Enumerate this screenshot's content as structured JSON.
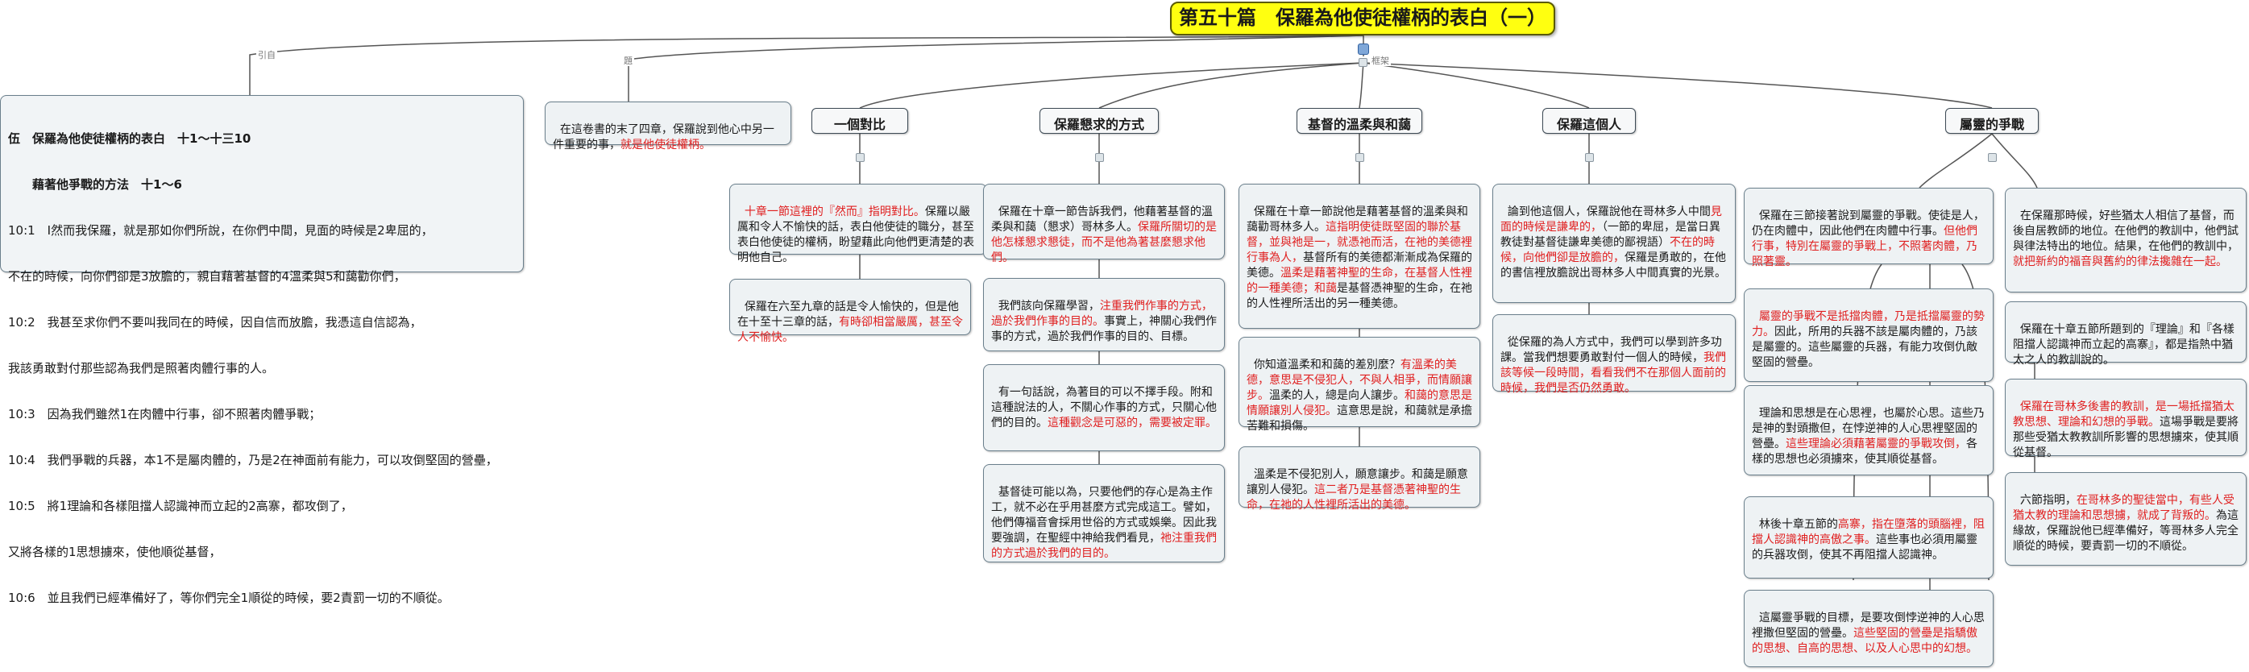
{
  "root": {
    "title": "第五十篇　保羅為他使徒權柄的表白（一）"
  },
  "link_labels": {
    "yinzi": "引自",
    "ti": "題",
    "kuangjia": "框架"
  },
  "outline": {
    "title1": "伍　保羅為他使徒權柄的表白　十1～十三10",
    "title2": "　　藉著他爭戰的方法　十1～6",
    "verses": [
      "10:1　I然而我保羅，就是那如你們所說，在你們中間，見面的時候是2卑屈的，",
      "不在的時候，向你們卻是3放膽的，親自藉著基督的4溫柔與5和藹勸你們，",
      "10:2　我甚至求你們不要叫我同在的時候，因自信而放膽，我憑這自信認為，",
      "我該勇敢對付那些認為我們是照著肉體行事的人。",
      "10:3　因為我們雖然1在肉體中行事，卻不照著肉體爭戰；",
      "10:4　我們爭戰的兵器，本1不是屬肉體的，乃是2在神面前有能力，可以攻倒堅固的營壘，",
      "10:5　將1理論和各樣阻擋人認識神而立起的2高寨，都攻倒了，",
      "又將各樣的1思想擄來，使他順從基督，",
      "10:6　並且我們已經準備好了，等你們完全1順從的時候，要2責罰一切的不順從。"
    ]
  },
  "intro": {
    "plain": "在這卷書的末了四章，保羅說到他心中另一件重要的事，",
    "red": "就是他使徒權柄。"
  },
  "branches": {
    "b1": {
      "title": "一個對比",
      "n1_red": "十章一節這裡的『然而』指明對比。",
      "n1_plain": "保羅以嚴厲和令人不愉快的話，表白他使徒的職分，甚至表白他使徒的權柄，盼望藉此向他們更清楚的表明他自己。",
      "n2_plain": "保羅在六至九章的話是令人愉快的，但是他在十至十三章的話，",
      "n2_red": "有時卻相當嚴厲，甚至令人不愉快。"
    },
    "b2": {
      "title": "保羅懇求的方式",
      "n1_plain": "保羅在十章一節告訴我們，他藉著基督的溫柔與和藹（懇求）哥林多人。",
      "n1_red": "保羅所關切的是他怎樣懇求懇徒，而不是他為著甚麼懇求他們。",
      "n2_a": "我們該向保羅學習，",
      "n2_red": "注重我們作事的方式，過於我們作事的目的。",
      "n2_b": "事實上，神關心我們作事的方式，過於我們作事的目的、目標。",
      "n3_plain": "有一句話說，為著目的可以不擇手段。附和這種說法的人，不關心作事的方式，只關心他們的目的。",
      "n3_red": "這種觀念是可惡的，需要被定罪。",
      "n4_plain": "基督徒可能以為，只要他們的存心是為主作工，就不必在乎用甚麼方式完成這工。譬如，他們傳福音會採用世俗的方式或娛樂。因此我要強調，在聖經中神給我們看見，",
      "n4_red": "祂注重我們的方式過於我們的目的。"
    },
    "b3": {
      "title": "基督的溫柔與和藹",
      "n1_a": "保羅在十章一節說他是藉著基督的溫柔與和藹勸哥林多人。",
      "n1_red": "這指明使徒既堅固的聯於基督，並與祂是一，就憑祂而活，在祂的美德裡行事為人，",
      "n1_b": "基督所有的美德都漸漸成為保羅的美德。",
      "n1_red2": "溫柔是藉著神聖的生命，在基督人性裡的一種美德；和藹",
      "n1_c": "是基督憑神聖的生命，在祂的人性裡所活出的另一種美德。",
      "n2_a": "你知道溫柔和和藹的差別麼？",
      "n2_red": "有溫柔的美德，意思是不侵犯人，不與人相爭，而情願讓步。",
      "n2_b": "溫柔的人，總是向人讓步。",
      "n2_red2": "和藹的意思是情願讓別人侵犯。",
      "n2_c": "這意思是說，和藹就是承擔苦難和損傷。",
      "n3_a": "溫柔是不侵犯別人，願意讓步。和藹是願意讓別人侵犯。",
      "n3_red": "這二者乃是基督憑著神聖的生命，在祂的人性裡所活出的美德。"
    },
    "b4": {
      "title": "保羅這個人",
      "n1_a": "論到他這個人，保羅說他在哥林多人中間",
      "n1_red": "見面的時候是謙卑的，",
      "n1_b": "（一節的卑屈，是當日異教徒對基督徒謙卑美德的鄙視語）",
      "n1_red2": "不在的時候，向他們卻是放膽的，",
      "n1_c": "保羅是勇敢的，在他的書信裡放膽說出哥林多人中間真實的光景。",
      "n2_a": "從保羅的為人方式中，我們可以學到許多功課。當我們想要勇敢對付一個人的時候，",
      "n2_red": "我們該等候一段時間，看看我們不在那個人面前的時候，我們是否仍然勇敢。"
    },
    "b5": {
      "title": "屬靈的爭戰",
      "n1_a": "保羅在三節接著說到屬靈的爭戰。使徒是人，仍在肉體中，因此他們在肉體中行事。",
      "n1_red": "但他們行事，特別在屬靈的爭戰上，不照著肉體，乃照著靈。",
      "n2_red": "屬靈的爭戰不是抵擋肉體，乃是抵擋屬靈的勢力。",
      "n2_a": "因此，所用的兵器不該是屬肉體的，乃該是屬靈的。這些屬靈的兵器，有能力攻倒仇敵堅固的營壘。",
      "n3_a": "理論和思想是在心思裡，也屬於心思。這些乃是神的對頭撒但，在悖逆神的人心思裡堅固的營壘。",
      "n3_red": "這些理論必須藉著屬靈的爭戰攻倒，",
      "n3_b": "各樣的思想也必須擄來，使其順從基督。",
      "n4_a": "林後十章五節的",
      "n4_red": "高寨，指在墮落的頭腦裡，阻擋人認識神的高傲之事。",
      "n4_b": "這些事也必須用屬靈的兵器攻倒，使其不再阻擋人認識神。",
      "n5_a": "這屬靈爭戰的目標，是要攻倒悖逆神的人心思裡撒但堅固的營壘。",
      "n5_red": "這些堅固的營壘是指驕傲的思想、自高的思想、以及人心思中的幻想。",
      "n6_a": "在保羅那時候，好些猶太人相信了基督，而後自居教師的地位。在他們的教訓中，他們試與律法特出的地位。結果，在他們的教訓中，",
      "n6_red": "就把新約的福音與舊約的律法攙雜在一起。",
      "n7_a": "保羅在十章五節所題到的『理論』和『各樣阻擋人認識神而立起的高寨』，都是指熱中猶太之人的教訓說的。",
      "n8_red": "保羅在哥林多後書的教訓，是一場抵擋猶太教思想、理論和幻想的爭戰。",
      "n8_a": "這場爭戰是要將那些受猶太教教訓所影響的思想擄來，使其順從基督。",
      "n9_a": "六節指明，",
      "n9_red": "在哥林多的聖徒當中，有些人受猶太教的理論和思想擄，就成了背叛的。",
      "n9_b": "為這緣故，保羅說他已經準備好，等哥林多人完全順從的時候，要責罰一切的不順從。"
    }
  }
}
